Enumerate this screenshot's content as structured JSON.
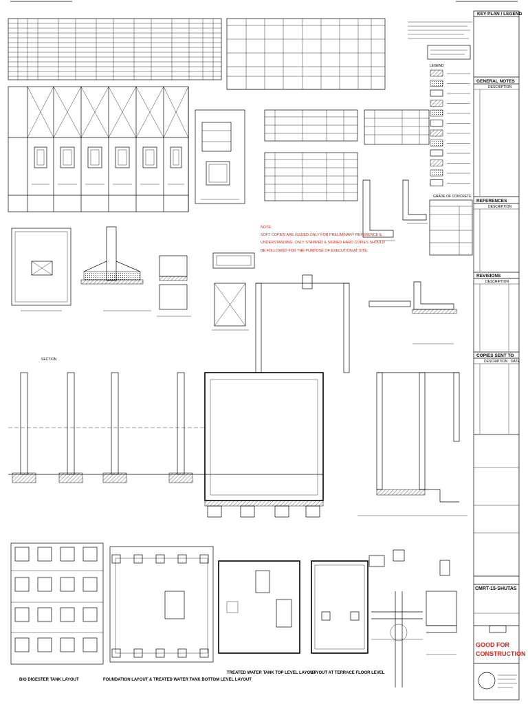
{
  "sheet": {
    "drawing_title": "KEY PLAN / LEGEND",
    "notes_header": "GENERAL NOTES",
    "notes_col": "DESCRIPTION",
    "references_header": "REFERENCES",
    "references_col": "DESCRIPTION",
    "revisions_header": "REVISIONS",
    "revisions_col": "DESCRIPTION",
    "copies_header": "COPIES SENT TO",
    "copies_col": "DESCRIPTION",
    "copies_date_col": "DATE",
    "grade_header": "GRADE OF CONCRETE",
    "legend_header": "LEGEND",
    "project_code": "CMRT-15-SHUTAS",
    "construction_stamp": "GOOD FOR CONSTRUCTION"
  },
  "note": {
    "label": "NOTE:",
    "lines": [
      "SOFT COPIES ARE ISSUED ONLY FOR PRELIMINARY REFERENCE &",
      "UNDERSTANDING. ONLY STAMPED & SIGNED HARD COPIES SHOULD",
      "BE FOLLOWED FOR THE PURPOSE OF EXECUTION AT SITE."
    ]
  },
  "captions": {
    "section": "SECTION",
    "bio_digester": "BIO DIGESTER TANK LAYOUT",
    "foundation": "FOUNDATION LAYOUT & TREATED WATER TANK BOTTOM LEVEL LAYOUT",
    "treated_top": "TREATED WATER TANK TOP LEVEL LAYOUT",
    "terrace": "LAYOUT AT TERRACE FLOOR LEVEL"
  },
  "colors": {
    "line": "#000000",
    "red_text": "#e0201b",
    "paper": "#ffffff"
  }
}
